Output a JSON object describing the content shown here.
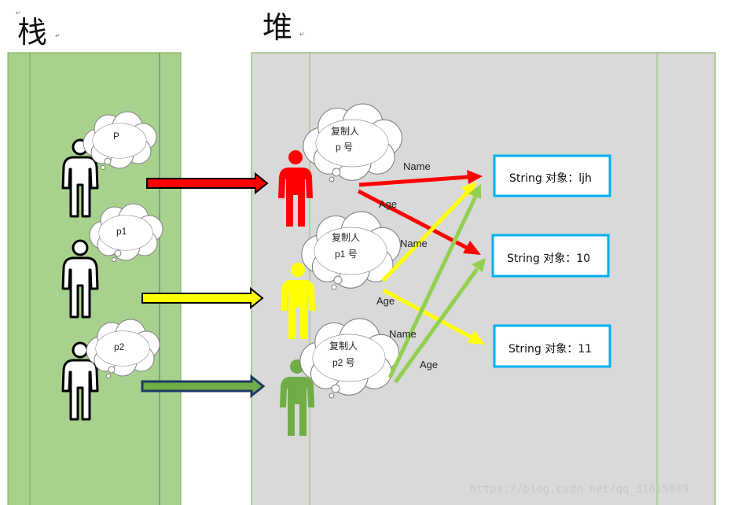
{
  "titles": {
    "stack": "栈",
    "heap": "堆"
  },
  "stack": {
    "vars": [
      {
        "label": "P"
      },
      {
        "label": "p1"
      },
      {
        "label": "p2"
      }
    ]
  },
  "heap": {
    "objects": [
      {
        "line1": "复制人",
        "line2": "p 号",
        "color": "#ff0000"
      },
      {
        "line1": "复制人",
        "line2": "p1 号",
        "color": "#ffff00"
      },
      {
        "line1": "复制人",
        "line2": "p2 号",
        "color": "#70ad47"
      }
    ],
    "string_objects": [
      {
        "label": "String 对象：ljh"
      },
      {
        "label": "String 对象：10"
      },
      {
        "label": "String 对象：11"
      }
    ],
    "field_labels": {
      "p_name": "Name",
      "p_age": "Age",
      "p1_name": "Name",
      "p1_age": "Age",
      "p2_name": "Name",
      "p2_age": "Age"
    }
  },
  "colors": {
    "stack_bg": "#a9d18e",
    "heap_bg": "#d9d9d9",
    "box_border": "#00b0f0",
    "red": "#ff0000",
    "yellow": "#ffff00",
    "green": "#92d050",
    "dark_green": "#70ad47"
  },
  "watermark": "https://blog.csdn.net/qq_31615049"
}
